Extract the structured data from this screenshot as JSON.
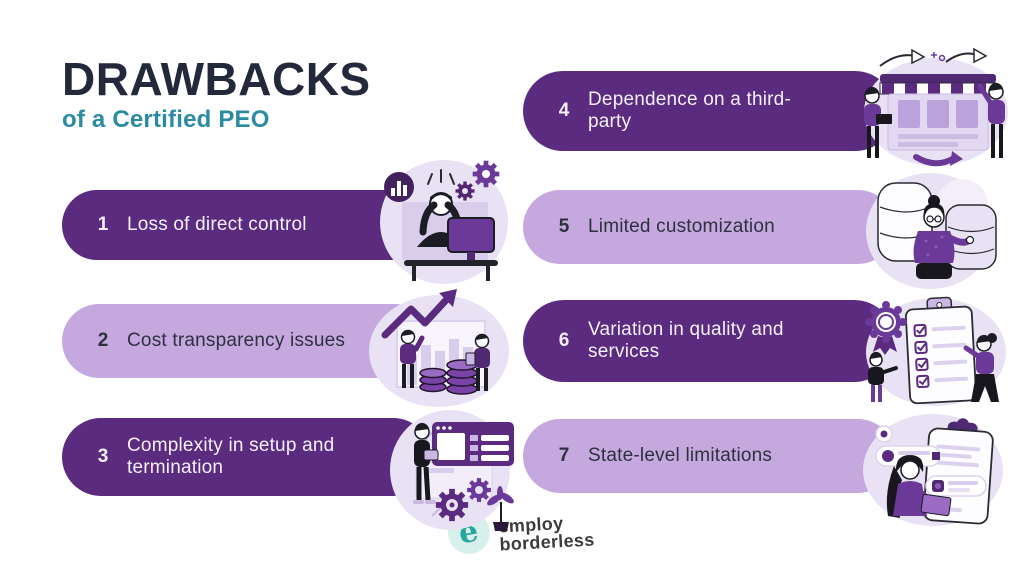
{
  "header": {
    "title": "DRAWBACKS",
    "subtitle": "of a Certified PEO"
  },
  "items": [
    {
      "number": "1",
      "label": "Loss of direct control",
      "variant": "dark",
      "icon": "frustrated-user-computer-illustration"
    },
    {
      "number": "2",
      "label": "Cost transparency issues",
      "variant": "light",
      "icon": "rising-costs-coins-illustration"
    },
    {
      "number": "3",
      "label": "Complexity in setup and termination",
      "variant": "dark",
      "icon": "setup-gears-browser-illustration"
    },
    {
      "number": "4",
      "label": "Dependence on a third-party",
      "variant": "dark",
      "icon": "third-party-storefront-illustration"
    },
    {
      "number": "5",
      "label": "Limited customization",
      "variant": "light",
      "icon": "customization-frames-illustration"
    },
    {
      "number": "6",
      "label": "Variation in quality and services",
      "variant": "dark",
      "icon": "quality-checklist-award-illustration"
    },
    {
      "number": "7",
      "label": "State-level limitations",
      "variant": "light",
      "icon": "state-chat-clipboard-illustration"
    }
  ],
  "footer": {
    "logo": {
      "monogram": "e",
      "line1": "employ",
      "line2": "borderless"
    }
  },
  "colors": {
    "background": "#ffffff",
    "dark_pill": "#5b2b7f",
    "light_pill": "#c5a9de",
    "title": "#23283b",
    "subtitle_teal": "#2a8ba1",
    "illustration_lavender": "#e9e2f4",
    "logo_teal": "#2aa79c"
  }
}
